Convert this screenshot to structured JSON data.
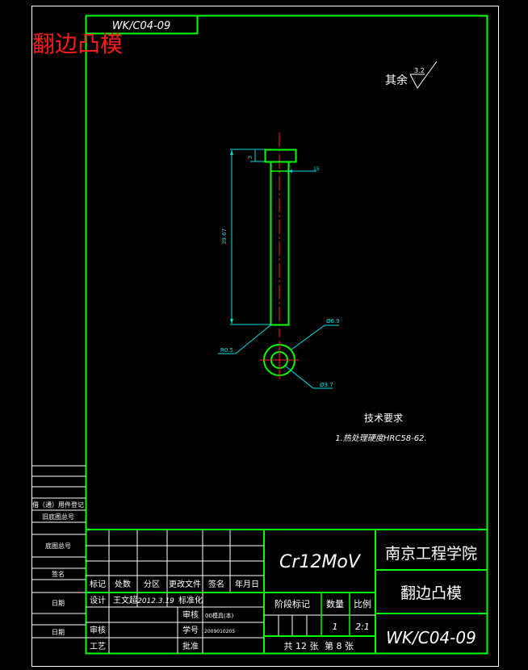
{
  "drawing": {
    "code_top": "WK/C04-09",
    "title_red": "翻边凸模",
    "roughness": {
      "prefix": "其余",
      "value": "3.2"
    },
    "dims": {
      "top_small": "3",
      "head_width": "15",
      "length": "39.67",
      "dia_outer": "Ø6.9",
      "radius": "R0.5",
      "dia_inner": "Ø3.7"
    },
    "tech_req": {
      "title": "技术要求",
      "line1": "1.热处理硬度HRC58-62."
    }
  },
  "left_strip": {
    "row1": "借（通）用件登记",
    "row2": "旧底图总号",
    "row3": "底图总号",
    "row4": "签名",
    "row5": "日期",
    "row6": "日期"
  },
  "title_block": {
    "material": "Cr12MoV",
    "school": "南京工程学院",
    "part_name": "翻边凸模",
    "drawing_no": "WK/C04-09",
    "hdr_mark": "标记",
    "hdr_count": "处数",
    "hdr_zone": "分区",
    "hdr_doc": "更改文件",
    "hdr_sign": "签名",
    "hdr_date": "年月日",
    "design_label": "设计",
    "designer": "王文超",
    "design_date": "2012.3.19",
    "std_label": "标准化",
    "review_label": "审核",
    "proc_label": "工艺",
    "approve_label": "批准",
    "verify_label": "审核",
    "verify_val": "00模具(本)",
    "id_label": "学号",
    "id_val": "2009010205",
    "stage_label": "阶段标记",
    "qty_label": "数量",
    "scale_label": "比例",
    "qty": "1",
    "scale": "2:1",
    "sheets": "共 12 张",
    "sheet_no": "第 8 张"
  }
}
